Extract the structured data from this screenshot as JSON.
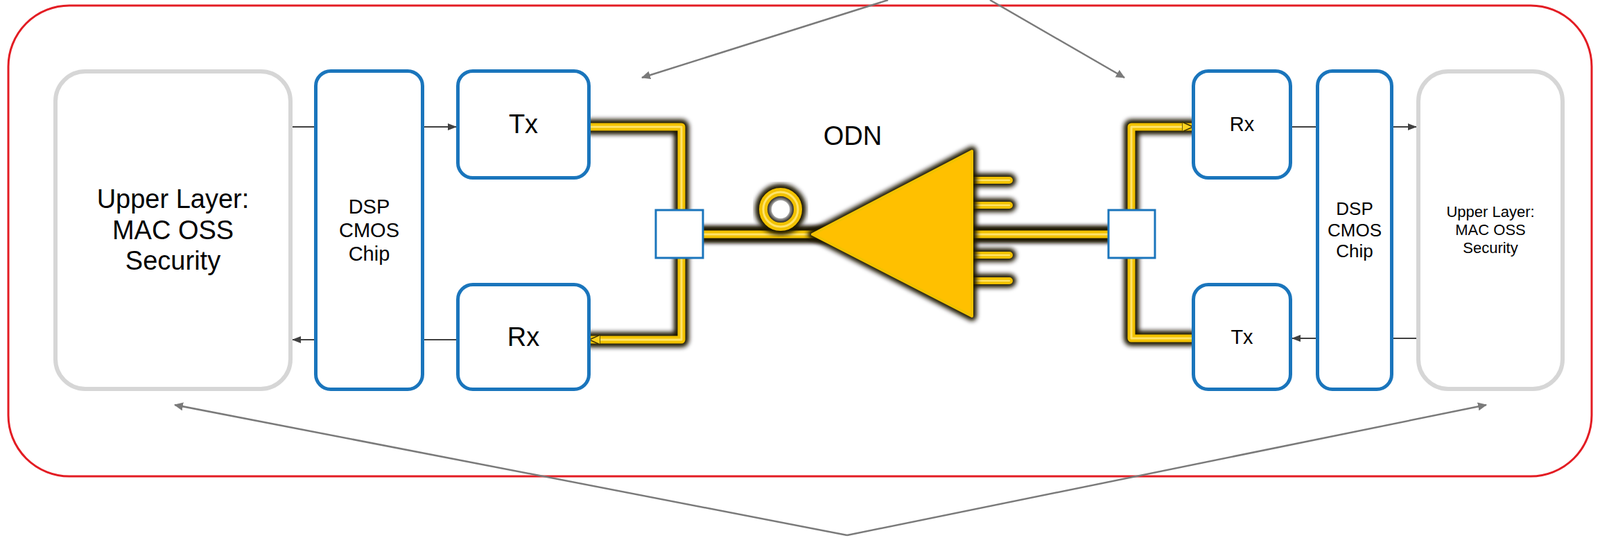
{
  "diagram": {
    "nodes": [
      {
        "text": [
          "Upper Layer: MAC OSS Security"
        ]
      },
      {
        "text": [
          "DSP CMOS Chip"
        ]
      },
      {
        "text": [
          "Tx"
        ]
      },
      {
        "text": [
          "Rx"
        ]
      },
      {
        "text": [
          "Rx"
        ]
      },
      {
        "text": [
          "Tx"
        ]
      },
      {
        "text": [
          "DSP CMOS Chip"
        ]
      },
      {
        "text": [
          "Upper Layer: MAC OSS Security"
        ]
      }
    ],
    "edges": [
      {
        "from": 0,
        "to": 1,
        "arrow": "none"
      },
      {
        "from": 1,
        "to": 2,
        "arrow": "to"
      },
      {
        "from": 3,
        "to": 1,
        "arrow": "none"
      },
      {
        "from": 1,
        "to": 0,
        "arrow": "to"
      },
      {
        "from": 4,
        "to": 6,
        "arrow": "none"
      },
      {
        "from": 6,
        "to": 7,
        "arrow": "to"
      },
      {
        "from": 7,
        "to": 6,
        "arrow": "none"
      },
      {
        "from": 6,
        "to": 5,
        "arrow": "to"
      },
      {
        "from": 2,
        "to": 4,
        "arrow": "to"
      },
      {
        "from": 5,
        "to": 3,
        "arrow": "to"
      }
    ],
    "labels": [
      "ODN"
    ]
  }
}
